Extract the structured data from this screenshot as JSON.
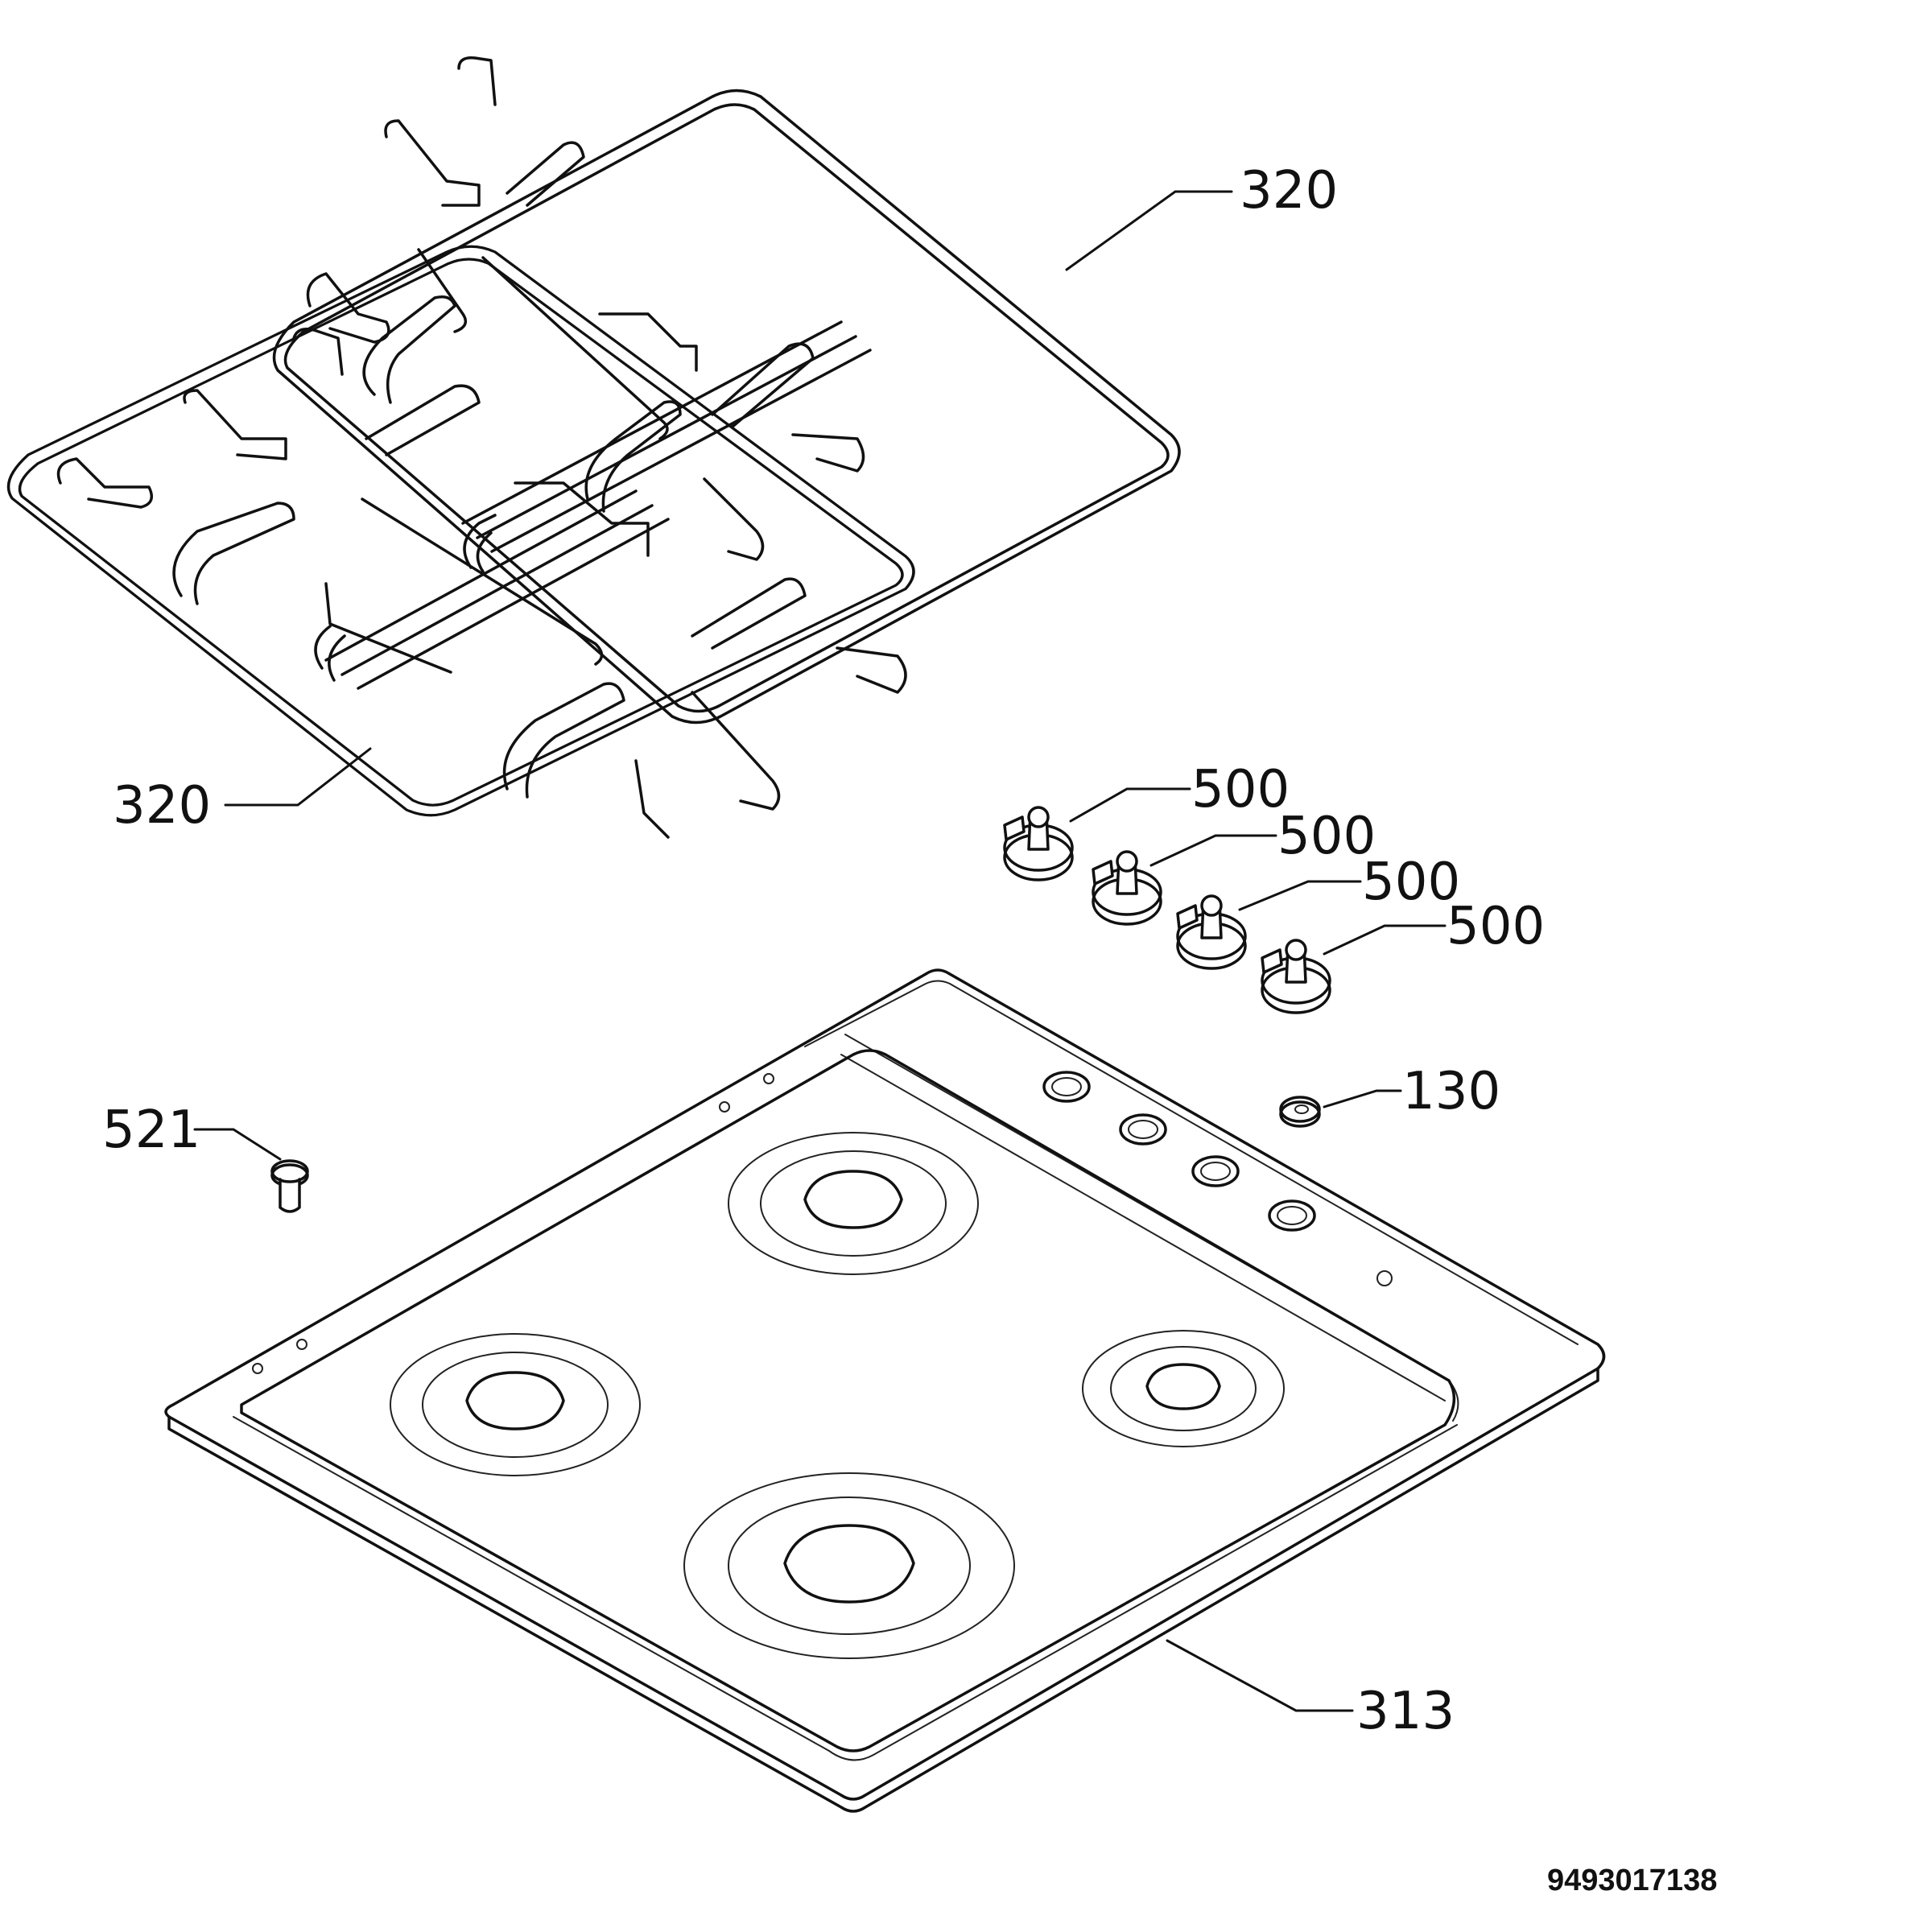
{
  "callouts": {
    "grate_top": "320",
    "grate_bottom": "320",
    "knob_1": "500",
    "knob_2": "500",
    "knob_3": "500",
    "knob_4": "500",
    "grommet": "130",
    "screw": "521",
    "hob_top": "313"
  },
  "document_number": "9493017138",
  "colors": {
    "line": "#111111",
    "background": "#ffffff"
  }
}
